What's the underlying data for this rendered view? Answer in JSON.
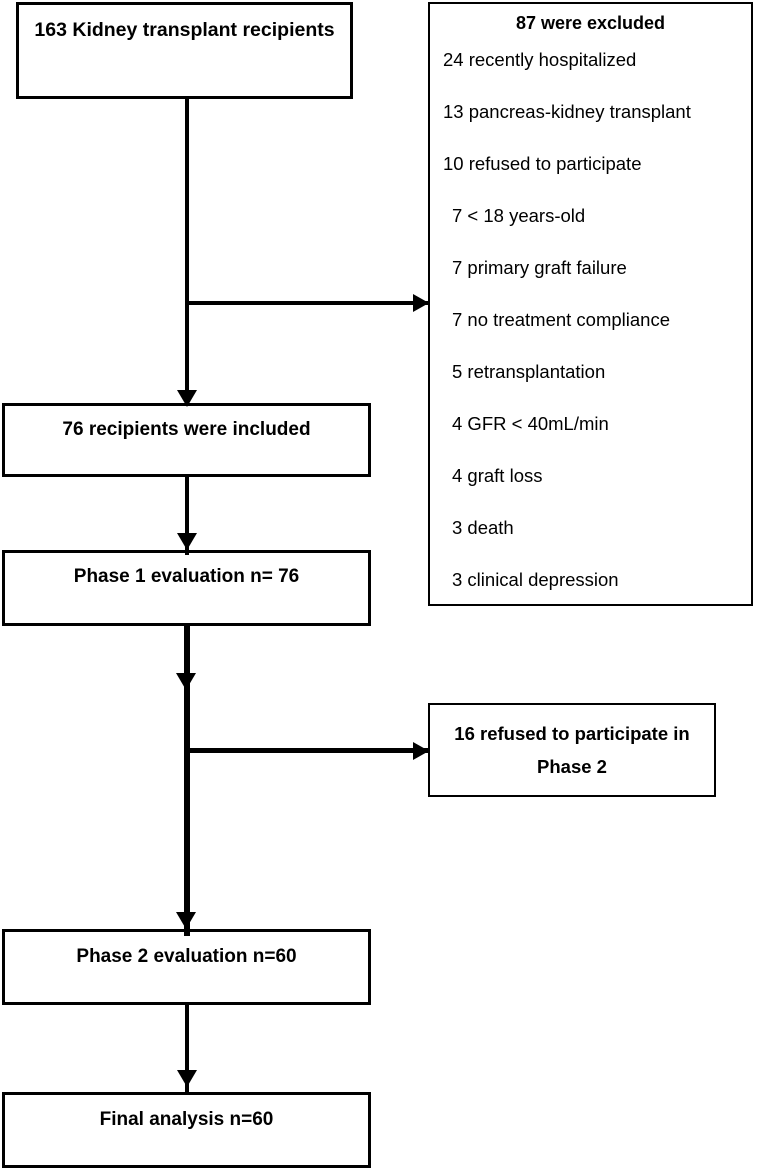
{
  "diagram": {
    "type": "study-flow-chart",
    "boxes": {
      "recipients": {
        "label": "163 Kidney transplant recipients"
      },
      "included": {
        "label": "76 recipients were included"
      },
      "phase1": {
        "label": "Phase 1 evaluation n= 76"
      },
      "phase2": {
        "label": "Phase 2 evaluation n=60"
      },
      "final": {
        "label": "Final analysis n=60"
      },
      "refused": {
        "line1": "16 refused to participate in",
        "line2": "Phase 2"
      },
      "excluded": {
        "heading": "87 were excluded",
        "items": [
          {
            "text": "24 recently hospitalized",
            "narrow": false
          },
          {
            "text": "13 pancreas-kidney transplant",
            "narrow": false
          },
          {
            "text": "10 refused to participate",
            "narrow": false
          },
          {
            "text": "7 < 18 years-old",
            "narrow": true
          },
          {
            "text": "7 primary graft failure",
            "narrow": true
          },
          {
            "text": "7 no treatment compliance",
            "narrow": true
          },
          {
            "text": "5 retransplantation",
            "narrow": true
          },
          {
            "text": "4 GFR < 40mL/min",
            "narrow": true
          },
          {
            "text": "4 graft loss",
            "narrow": true
          },
          {
            "text": "3 death",
            "narrow": true
          },
          {
            "text": "3 clinical depression",
            "narrow": true
          }
        ]
      }
    },
    "colors": {
      "stroke": "#000000",
      "background": "#ffffff",
      "text": "#000000"
    }
  }
}
